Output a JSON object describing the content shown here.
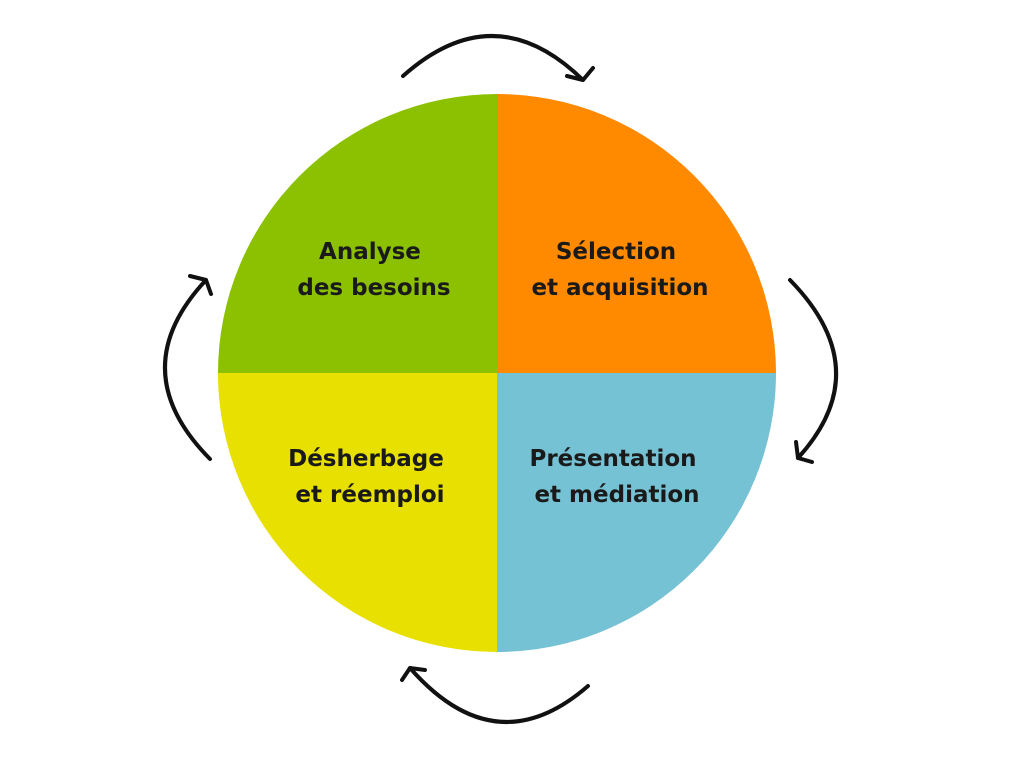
{
  "diagram": {
    "colors": {
      "top_left": "#8bc100",
      "top_right": "#ff8a00",
      "bottom_right": "#75c2d4",
      "bottom_left": "#e8e000",
      "arrow": "#111111",
      "text": "#1a1a1a"
    },
    "quadrants": {
      "top_left": {
        "line1": "Analyse",
        "line2": "des besoins"
      },
      "top_right": {
        "line1": "Sélection",
        "line2": "et acquisition"
      },
      "bottom_right": {
        "line1": "Présentation",
        "line2": "et médiation"
      },
      "bottom_left": {
        "line1": "Désherbage",
        "line2": "et réemploi"
      }
    },
    "arrows": [
      "arrow-icon",
      "arrow-icon",
      "arrow-icon",
      "arrow-icon"
    ]
  }
}
